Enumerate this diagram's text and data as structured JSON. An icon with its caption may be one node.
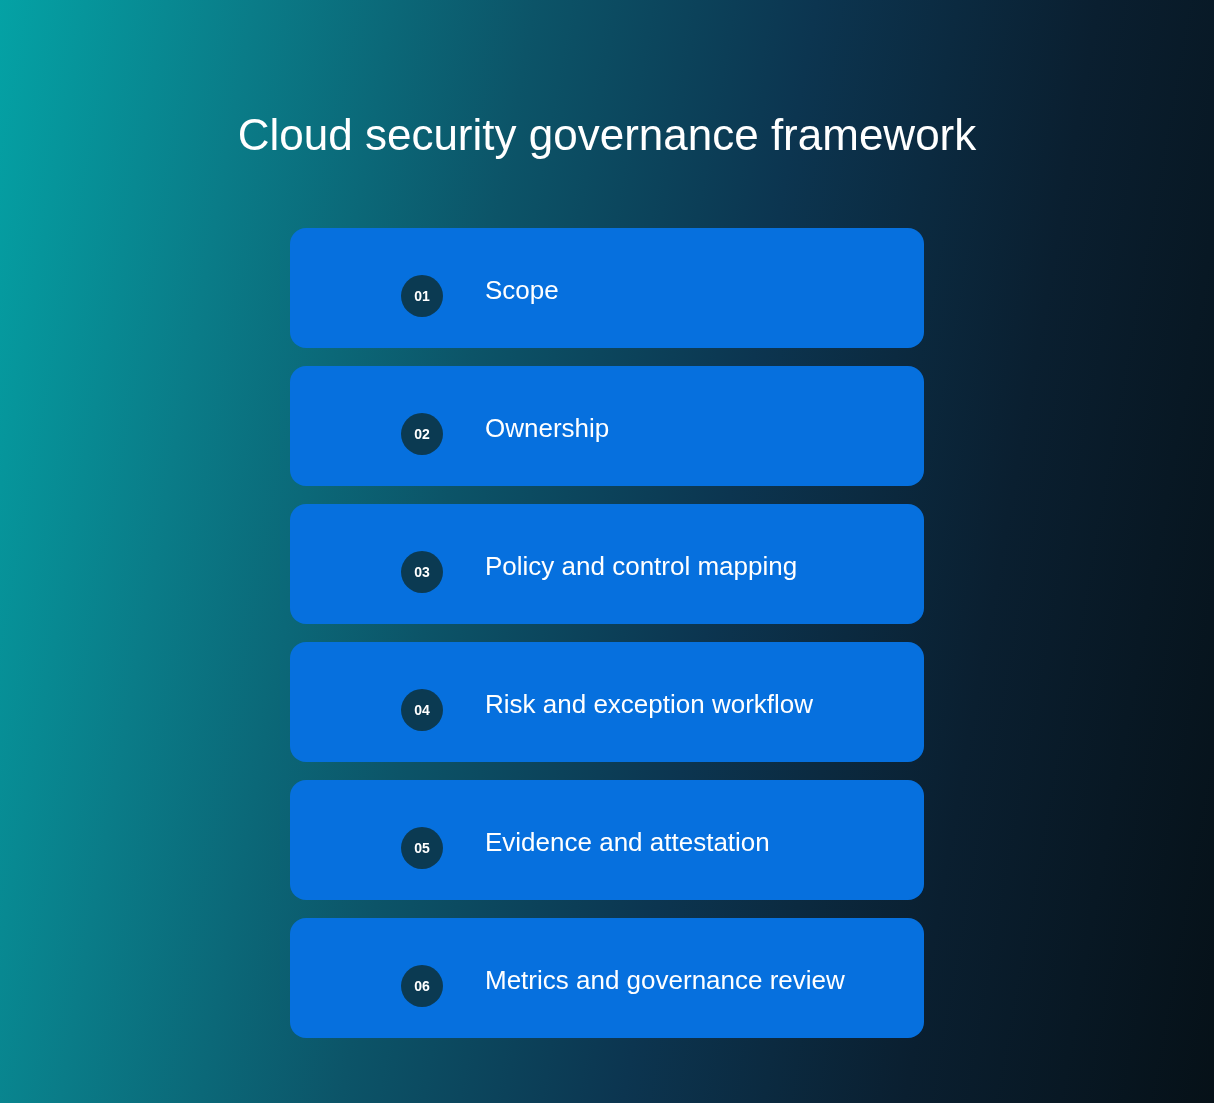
{
  "diagram": {
    "title": "Cloud security governance framework",
    "nodes": [
      {
        "text": [
          "Scope"
        ]
      },
      {
        "text": [
          "01"
        ],
        "in": 0
      },
      {
        "text": [
          "Ownership"
        ]
      },
      {
        "text": [
          "02"
        ],
        "in": 2
      },
      {
        "text": [
          "Policy and control mapping"
        ]
      },
      {
        "text": [
          "03"
        ],
        "in": 4
      },
      {
        "text": [
          "Risk and exception workflow"
        ]
      },
      {
        "text": [
          "04"
        ],
        "in": 6
      },
      {
        "text": [
          "Evidence and attestation"
        ]
      },
      {
        "text": [
          "05"
        ],
        "in": 8
      },
      {
        "text": [
          "Metrics and governance review"
        ]
      },
      {
        "text": [
          "06"
        ],
        "in": 10
      }
    ]
  }
}
